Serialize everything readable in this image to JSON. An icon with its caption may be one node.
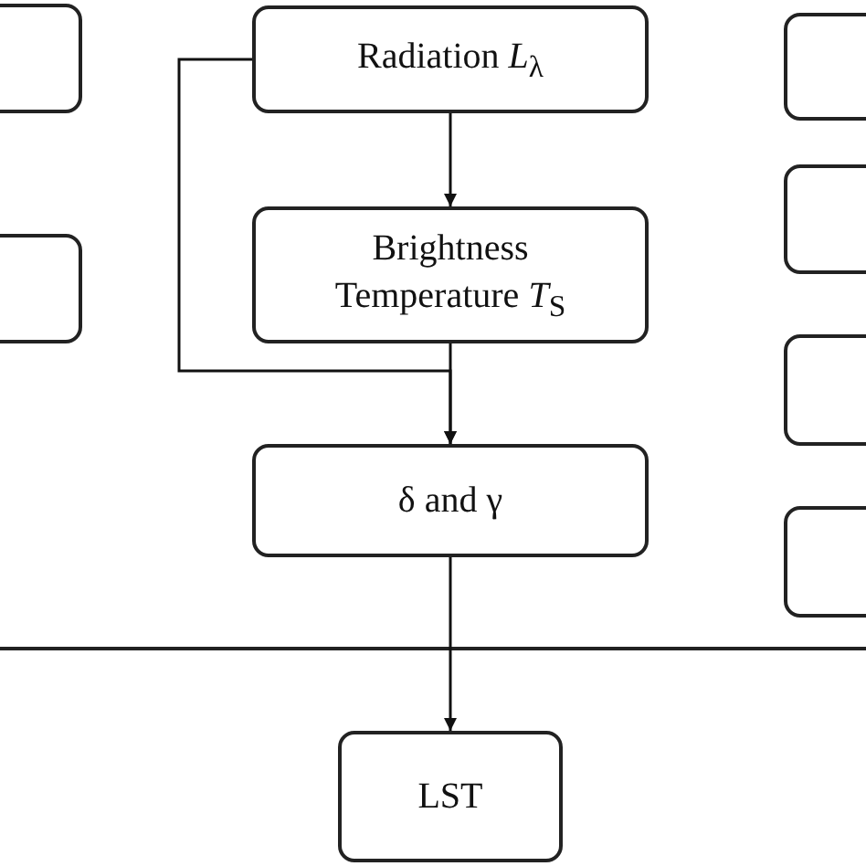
{
  "diagram": {
    "nodes": [
      {
        "text": [],
        "shape": "box"
      },
      {
        "text": [
          "Radiation *L*$_{λ}$"
        ]
      },
      {
        "text": [],
        "shape": "box"
      },
      {
        "text": [],
        "shape": "box"
      },
      {
        "text": [
          "Brightness Temperature *T*$_{S}$"
        ]
      },
      {
        "text": [],
        "shape": "box"
      },
      {
        "text": [],
        "shape": "box"
      },
      {
        "text": [
          "δ and γ"
        ]
      },
      {
        "text": [],
        "shape": "box"
      },
      {
        "text": [
          "LST"
        ]
      }
    ],
    "edges": [
      {
        "from": 1,
        "to": 4,
        "arrow": "to"
      },
      {
        "from": 1,
        "to": 7,
        "arrow": "to"
      },
      {
        "from": 4,
        "to": 7,
        "arrow": "to"
      },
      {
        "from": 7,
        "to": 9,
        "arrow": "to"
      }
    ]
  }
}
